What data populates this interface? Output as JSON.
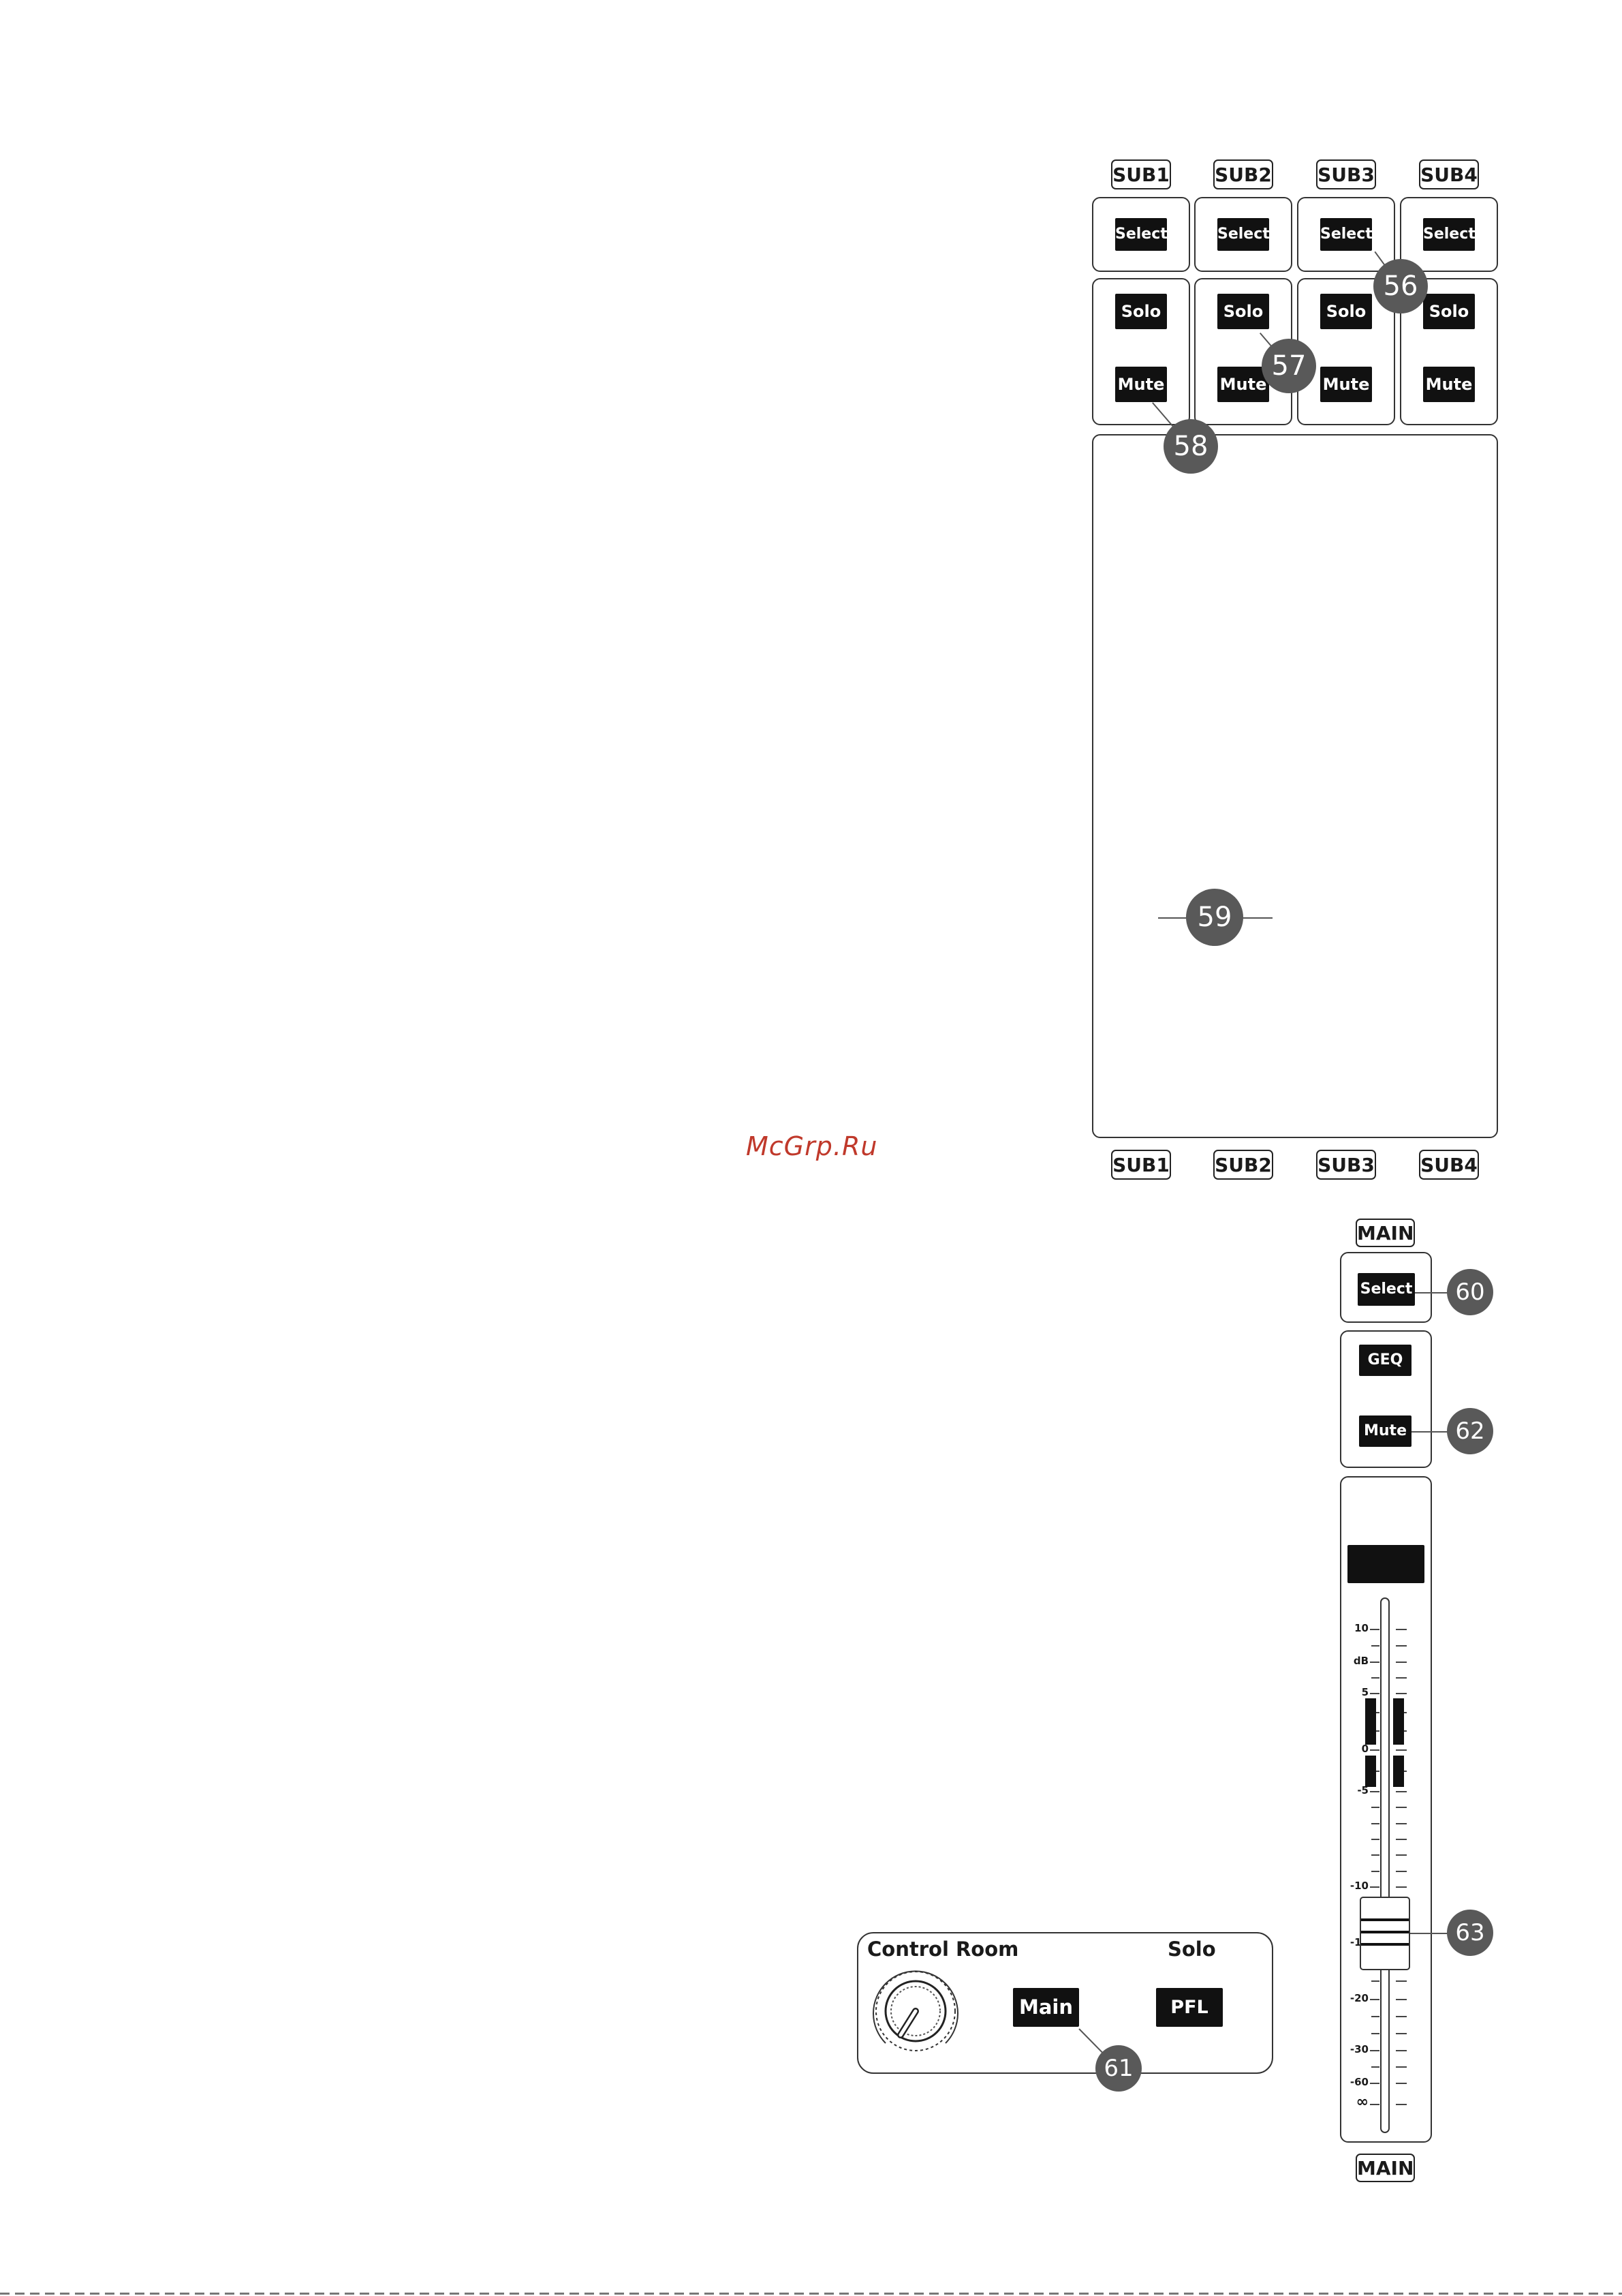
{
  "sub_strips": [
    {
      "name": "SUB1",
      "select": "Select",
      "solo": "Solo",
      "mute": "Mute"
    },
    {
      "name": "SUB2",
      "select": "Select",
      "solo": "Solo",
      "mute": "Mute"
    },
    {
      "name": "SUB3",
      "select": "Select",
      "solo": "Solo",
      "mute": "Mute"
    },
    {
      "name": "SUB4",
      "select": "Select",
      "solo": "Solo",
      "mute": "Mute"
    }
  ],
  "main_strip": {
    "name": "MAIN",
    "select": "Select",
    "geq": "GEQ",
    "mute": "Mute"
  },
  "fader_scale": [
    "10",
    "dB",
    "5",
    "0",
    "-5",
    "-10",
    "-15",
    "-20",
    "-30",
    "-60",
    "∞"
  ],
  "control_room": {
    "title": "Control Room",
    "solo_title": "Solo",
    "main_button": "Main",
    "pfl_button": "PFL"
  },
  "callouts": [
    "56",
    "57",
    "58",
    "59",
    "60",
    "61",
    "62",
    "63"
  ],
  "watermark": "McGrp.Ru"
}
